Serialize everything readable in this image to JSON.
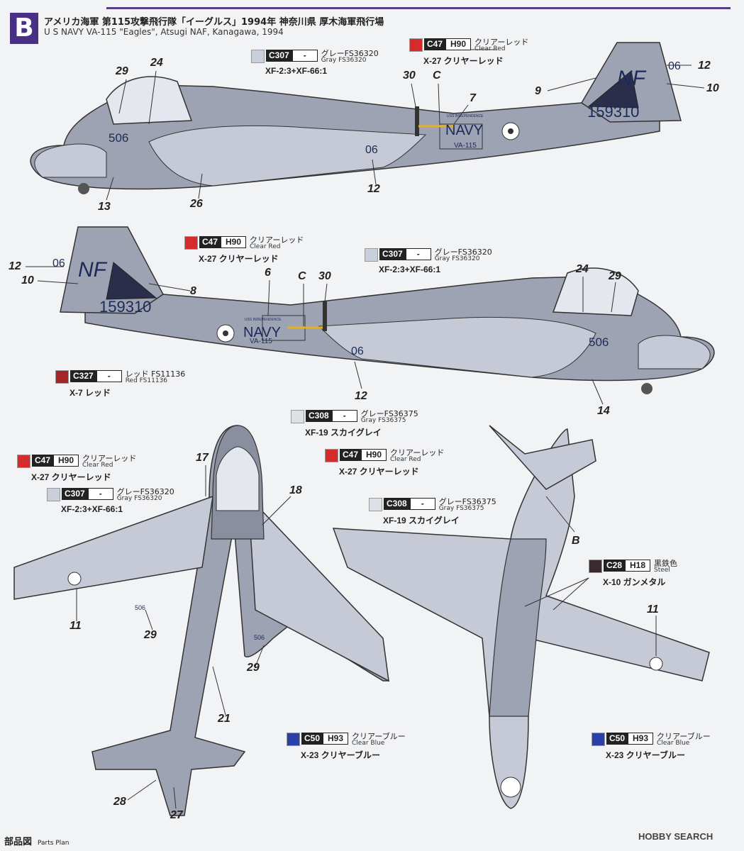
{
  "header": {
    "section_letter": "B",
    "title_jp": "アメリカ海軍 第115攻撃飛行隊「イーグルス」1994年 神奈川県 厚木海軍飛行場",
    "title_en": "U S NAVY VA-115 \"Eagles\", Atsugi NAF, Kanagawa, 1994"
  },
  "colors": {
    "clear_red": "#d42c2c",
    "gray_36320": "#c9cfdb",
    "gray_36375": "#dde1e7",
    "red_11136": "#a5242a",
    "steel": "#3a2a2e",
    "clear_blue": "#2a3fa8",
    "aircraft_gray": "#9ea3b3",
    "aircraft_light": "#c6cad6"
  },
  "callouts": {
    "c47": {
      "code": "C47",
      "hcode": "H90",
      "name_jp": "クリアーレッド",
      "name_en": "Clear Red",
      "mix": "X-27 クリヤーレッド"
    },
    "c307": {
      "code": "C307",
      "hcode": "-",
      "name_jp": "グレーFS36320",
      "name_en": "Gray FS36320",
      "mix": "XF-2:3+XF-66:1"
    },
    "c308": {
      "code": "C308",
      "hcode": "-",
      "name_jp": "グレーFS36375",
      "name_en": "Gray FS36375",
      "mix": "XF-19 スカイグレイ"
    },
    "c327": {
      "code": "C327",
      "hcode": "-",
      "name_jp": "レッド FS11136",
      "name_en": "Red FS11136",
      "mix": "X-7 レッド"
    },
    "c28": {
      "code": "C28",
      "hcode": "H18",
      "name_jp": "黒鉄色",
      "name_en": "Steel",
      "mix": "X-10 ガンメタル"
    },
    "c50": {
      "code": "C50",
      "hcode": "H93",
      "name_jp": "クリアーブルー",
      "name_en": "Clear Blue",
      "mix": "X-23 クリヤーブルー"
    }
  },
  "markings": {
    "navy": "NAVY",
    "squadron": "VA-115",
    "serial": "159310",
    "tail_code": "NF",
    "modex": "506",
    "tail_modex": "06",
    "ship": "USS INDEPENDENCE"
  },
  "part_numbers": {
    "p29a": "29",
    "p24a": "24",
    "p30a": "30",
    "pCa": "C",
    "p7": "7",
    "p9": "9",
    "p12a": "12",
    "p10a": "10",
    "p12b": "12",
    "p13": "13",
    "p26": "26",
    "p12c": "12",
    "p10b": "10",
    "p8": "8",
    "p6": "6",
    "pCb": "C",
    "p30b": "30",
    "p24b": "24",
    "p29b": "29",
    "p12d": "12",
    "p14": "14",
    "p17": "17",
    "p18": "18",
    "p11a": "11",
    "p29c": "29",
    "p29d": "29",
    "p21": "21",
    "p28": "28",
    "p27": "27",
    "pB": "B",
    "p11b": "11"
  },
  "footer": {
    "label_jp": "部品図",
    "label_en": "Parts Plan",
    "watermark": "HOBBY SEARCH"
  }
}
